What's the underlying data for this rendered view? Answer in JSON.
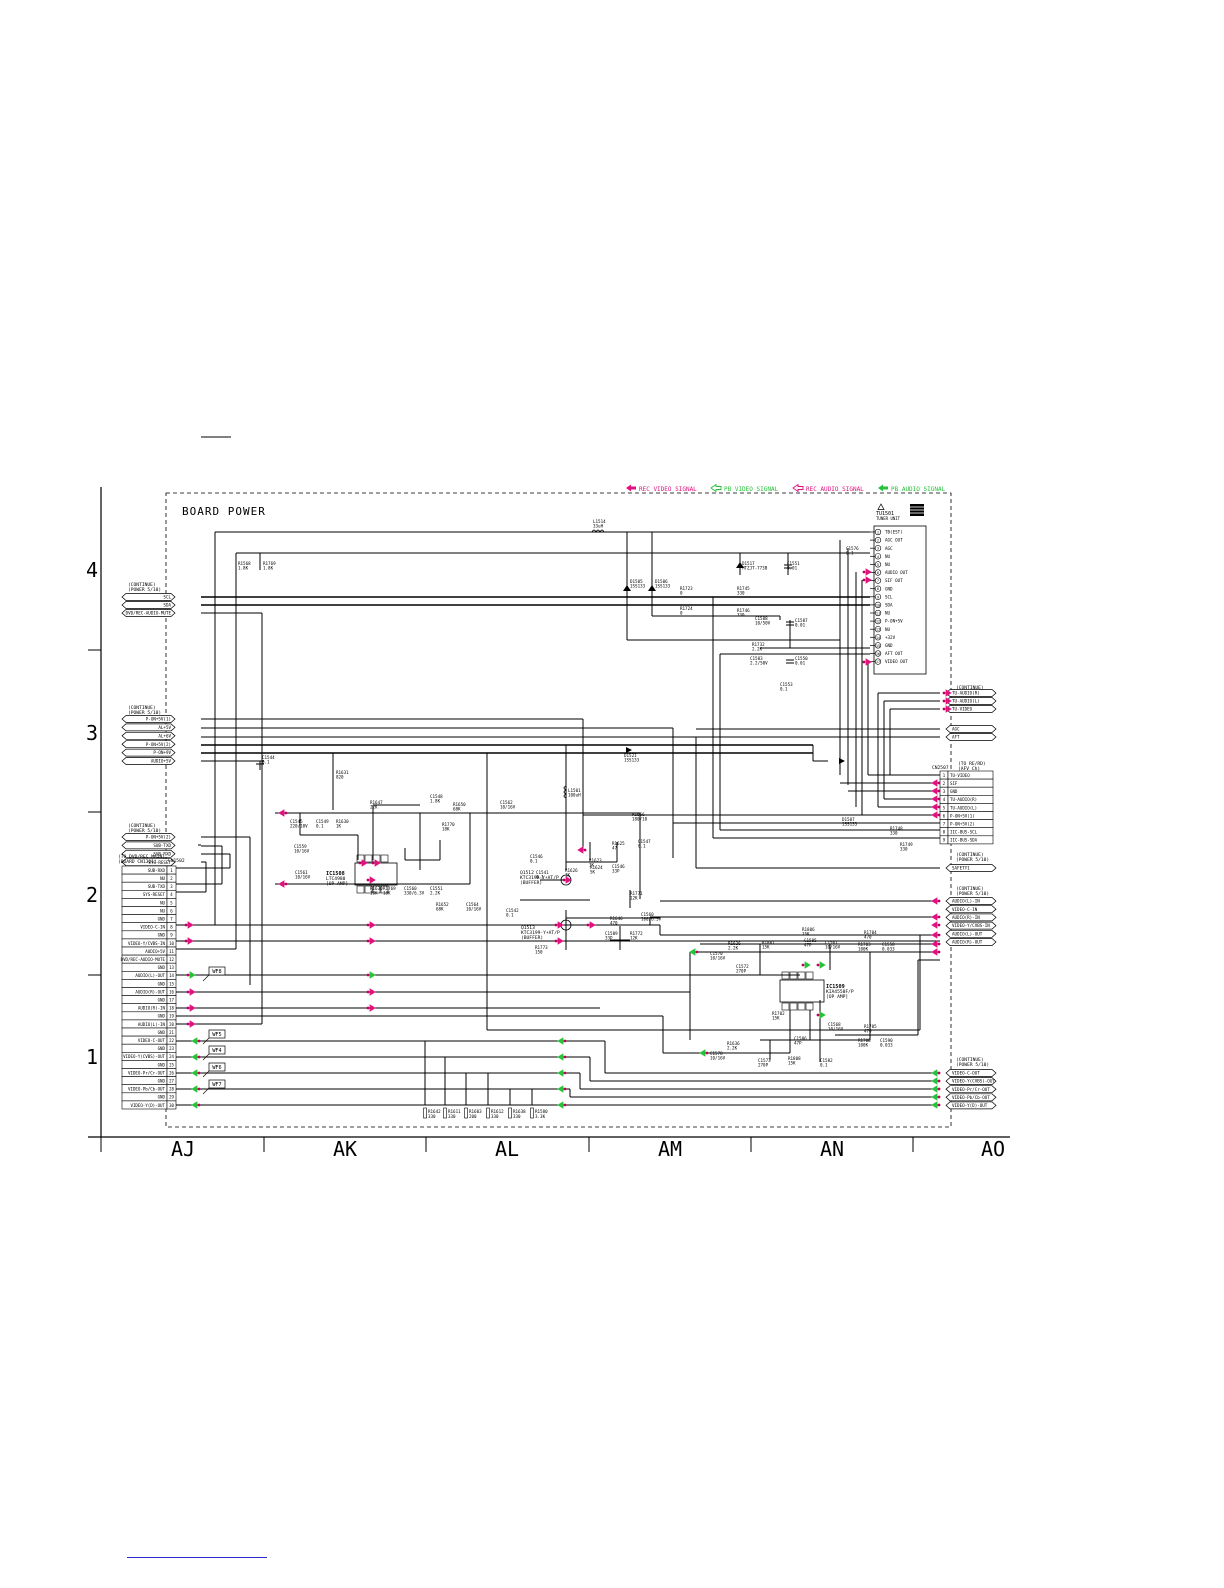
{
  "title": "BOARD POWER",
  "legend": [
    {
      "label": "REC VIDEO SIGNAL",
      "color": "#e0127f",
      "kind": "solid"
    },
    {
      "label": "PB VIDEO SIGNAL",
      "color": "#27c23a",
      "kind": "hollow"
    },
    {
      "label": "REC AUDIO SIGNAL",
      "color": "#e0127f",
      "kind": "hollow"
    },
    {
      "label": "PB AUDIO SIGNAL",
      "color": "#27c23a",
      "kind": "solid"
    }
  ],
  "columns": [
    "AJ",
    "AK",
    "AL",
    "AM",
    "AN",
    "AO"
  ],
  "rows": [
    "4",
    "3",
    "2",
    "1"
  ],
  "tuner": {
    "ref": "TU1501",
    "name": "TUNER UNIT",
    "pins": [
      "TB(EST)",
      "AGC OUT",
      "AGC",
      "NU",
      "NU",
      "AUDIO OUT",
      "SIF OUT",
      "GND",
      "SCL",
      "SDA",
      "NU",
      "P-ON+5V",
      "NU",
      "+32V",
      "GND",
      "AFT OUT",
      "VIDEO OUT"
    ]
  },
  "left_top": {
    "continue": [
      "(CONTINUE)",
      "(POWER 5/10)"
    ],
    "labels": [
      "SCL",
      "SDA",
      "DVD/REC-AUDIO-MUTE"
    ]
  },
  "left_mid": {
    "continue": [
      "(CONTINUE)",
      "(POWER 5/10)"
    ],
    "labels": [
      "P-ON+5V(1)",
      "AL+5V",
      "AL+6V",
      "P-ON+5V(2)",
      "P-ON+9V",
      "AUDIO+5V"
    ]
  },
  "left_low": {
    "continue": [
      "(CONTINUE)",
      "(POWER 5/10)"
    ],
    "labels": [
      "P-ON+5V(2)",
      "SUB-TXD",
      "SUB-RXD",
      "SYS-RESET"
    ]
  },
  "connector_1502": {
    "caption": [
      "(TO DVD/REC MAIN)",
      "(BOARD CN1301)"
    ],
    "ref": "CN1502",
    "pins": [
      "SUB-RXD",
      "NU",
      "SUB-TXD",
      "SYS-RESET",
      "NU",
      "NU",
      "GND",
      "VIDEO-C-IN",
      "GND",
      "VIDEO-Y/CVBS-IN",
      "AUDIO+5V",
      "DVD/REC-AUDIO-MUTE",
      "GND",
      "AUDIO(L)-OUT",
      "GND",
      "AUDIO(R)-OUT",
      "GND",
      "AUDIO(R)-IN",
      "GND",
      "AUDIO(L)-IN",
      "GND",
      "VIDEO-C-OUT",
      "GND",
      "VIDEO-Y(CVBS)-OUT",
      "GND",
      "VIDEO-Pr/Cr-OUT",
      "GND",
      "VIDEO-Pb/Cb-OUT",
      "GND",
      "VIDEO-Y(D)-OUT"
    ],
    "wf": [
      "WF8",
      "WF5",
      "WF4",
      "WF6",
      "WF7"
    ]
  },
  "right_top": {
    "continue": [
      "(CONTINUE)",
      "(POWER 5/10)"
    ],
    "labels": [
      "TU-AUDIO(R)",
      "TU-AUDIO(L)",
      "TU-VIDEO"
    ],
    "extra": [
      "AGC",
      "AFT"
    ]
  },
  "connector_2507": {
    "caption": [
      "(TO RE/RD)",
      "(AFV Ch)"
    ],
    "ref": "CN2507",
    "pins": [
      "TU-VIDEO",
      "SIF",
      "GND",
      "TU-AUDIO(R)",
      "TU-AUDIO(L)",
      "P-ON+5V(1)",
      "P-ON+5V(2)",
      "IIC-BUS-SCL",
      "IIC-BUS-SDA"
    ]
  },
  "right_safety": {
    "continue": [
      "(CONTINUE)",
      "(POWER 5/10)"
    ],
    "label": "SAFETY1"
  },
  "right_audio": {
    "continue": [
      "(CONTINUE)",
      "(POWER 5/10)"
    ],
    "labels": [
      "AUDIO(L)-IN",
      "VIDEO-C-IN",
      "AUDIO(R)-IN",
      "VIDEO-Y/CVBS-IN",
      "AUDIO(L)-OUT",
      "AUDIO(R)-OUT"
    ]
  },
  "right_video": {
    "continue": [
      "(CONTINUE)",
      "(POWER 5/10)"
    ],
    "labels": [
      "VIDEO-C-OUT",
      "VIDEO-Y(CVBS)-OUT",
      "VIDEO-Pr/Cr-OUT",
      "VIDEO-Pb/Cb-OUT",
      "VIDEO-Y(D)-OUT"
    ]
  },
  "ics": [
    {
      "ref": "IC1508",
      "part": "LTC4980",
      "role": "[OP AMP]"
    },
    {
      "ref": "IC1509",
      "part": "KIA4558F/P",
      "role": "[OP AMP]"
    }
  ],
  "transistors": [
    {
      "ref": "Q1512",
      "part": "KTC3199-Y+AT/P",
      "role": "(BUFFER)"
    },
    {
      "ref": "Q1513",
      "part": "KTC3199-Y+AT/P",
      "role": "(BUFFER)"
    }
  ],
  "parts": {
    "l1514": [
      "L1514",
      "33uH"
    ],
    "r1568": [
      "R1568",
      "1.8K"
    ],
    "r1769": [
      "R1769",
      "1.8K"
    ],
    "d1505": [
      "D1505",
      "1SS133"
    ],
    "d1506": [
      "D1506",
      "1SS133"
    ],
    "r1723": [
      "R1723",
      "0"
    ],
    "r1724": [
      "R1724",
      "0"
    ],
    "r1745": [
      "R1745",
      "330"
    ],
    "r1746": [
      "R1746",
      "330"
    ],
    "d1517": [
      "D1517",
      "MTZJT-773B"
    ],
    "c1551": [
      "C1551",
      "0.01"
    ],
    "c1576": [
      "C1576",
      "0.1"
    ],
    "c1588": [
      "C1588",
      "10/50V"
    ],
    "c1587": [
      "C1587",
      "0.01"
    ],
    "r1732": [
      "R1732",
      "2.2K"
    ],
    "c1583": [
      "C1583",
      "2.2/50V"
    ],
    "c1550": [
      "C1550",
      "0.01"
    ],
    "c1553": [
      "C1553",
      "0.1"
    ],
    "c1544": [
      "C1544",
      "0.1"
    ],
    "r1631": [
      "R1631",
      "820"
    ],
    "d1521": [
      "D1521",
      "1SS133"
    ],
    "c1545": [
      "C1545",
      "220/10V"
    ],
    "c1549": [
      "C1549",
      "0.1"
    ],
    "r1630": [
      "R1630",
      "1K"
    ],
    "r1647": [
      "R1647",
      "22K"
    ],
    "c1548": [
      "C1548",
      "1.8K"
    ],
    "r1650": [
      "R1650",
      "68K"
    ],
    "c1562": [
      "C1562",
      "10/16V"
    ],
    "l1501": [
      "L1501",
      "100uH"
    ],
    "c1559": [
      "C1559",
      "10/16V"
    ],
    "r1770": [
      "R1770",
      "18K"
    ],
    "c1546": [
      "C1546",
      "0.1"
    ],
    "r1623": [
      "R1623",
      "3K"
    ],
    "r1625": [
      "R1625",
      "47"
    ],
    "c1547": [
      "C1547",
      "0.1"
    ],
    "r1624": [
      "R1624",
      "5K"
    ],
    "c1546b": [
      "C1546",
      "33P"
    ],
    "c1541": [
      "C1541",
      "0.1"
    ],
    "r1626": [
      "R1626",
      "1K"
    ],
    "r1656": [
      "R1656",
      "180/10"
    ],
    "d1507": [
      "D1507",
      "1SS133"
    ],
    "r1748": [
      "R1748",
      "330"
    ],
    "r1749": [
      "R1749",
      "330"
    ],
    "c1561": [
      "C1561",
      "10/16V"
    ],
    "r1630b": [
      "R1630",
      "10K"
    ],
    "r1769b": [
      "R1769",
      "18K"
    ],
    "c1560": [
      "C1560",
      "330/6.3V"
    ],
    "c1551b": [
      "C1551",
      "2.2K"
    ],
    "r1652": [
      "R1652",
      "68K"
    ],
    "c1564": [
      "C1564",
      "10/16V"
    ],
    "r1771": [
      "R1771",
      "12K"
    ],
    "c1542": [
      "C1542",
      "0.1"
    ],
    "r1646": [
      "R1646",
      "470"
    ],
    "c1560b": [
      "C1560",
      "100/6.3V"
    ],
    "c1589": [
      "C1589",
      "33P"
    ],
    "r1772": [
      "R1772",
      "12K"
    ],
    "r1773": [
      "R1773",
      "150"
    ],
    "r1806": [
      "R1806",
      "15K"
    ],
    "c1585": [
      "C1585",
      "47P"
    ],
    "c1567": [
      "C1567",
      "10/16V"
    ],
    "r1704": [
      "R1704",
      "470"
    ],
    "r1626b": [
      "R1626",
      "2.2K"
    ],
    "c1570": [
      "C1570",
      "10/16V"
    ],
    "r1807": [
      "R1807",
      "15K"
    ],
    "c1572": [
      "C1572",
      "270P"
    ],
    "r1703": [
      "R1703",
      "100K"
    ],
    "c1558": [
      "C1558",
      "0.033"
    ],
    "c1568": [
      "C1568",
      "10/16V"
    ],
    "r1705": [
      "R1705",
      "470"
    ],
    "r1702": [
      "R1702",
      "15K"
    ],
    "c1586": [
      "C1586",
      "47P"
    ],
    "r1708": [
      "R1708",
      "100K"
    ],
    "c1590": [
      "C1590",
      "0.033"
    ],
    "r1636": [
      "R1636",
      "2.2K"
    ],
    "c1578": [
      "C1578",
      "10/16V"
    ],
    "c1573": [
      "C1573",
      "270P"
    ],
    "r1808": [
      "R1808",
      "15K"
    ],
    "c1582": [
      "C1582",
      "0.1"
    ],
    "bottom_r": [
      [
        "R1642",
        "330"
      ],
      [
        "R1611",
        "330"
      ],
      [
        "R1603",
        "200"
      ],
      [
        "R1612",
        "330"
      ],
      [
        "R1638",
        "330"
      ],
      [
        "R1580",
        "3.3K"
      ]
    ]
  }
}
